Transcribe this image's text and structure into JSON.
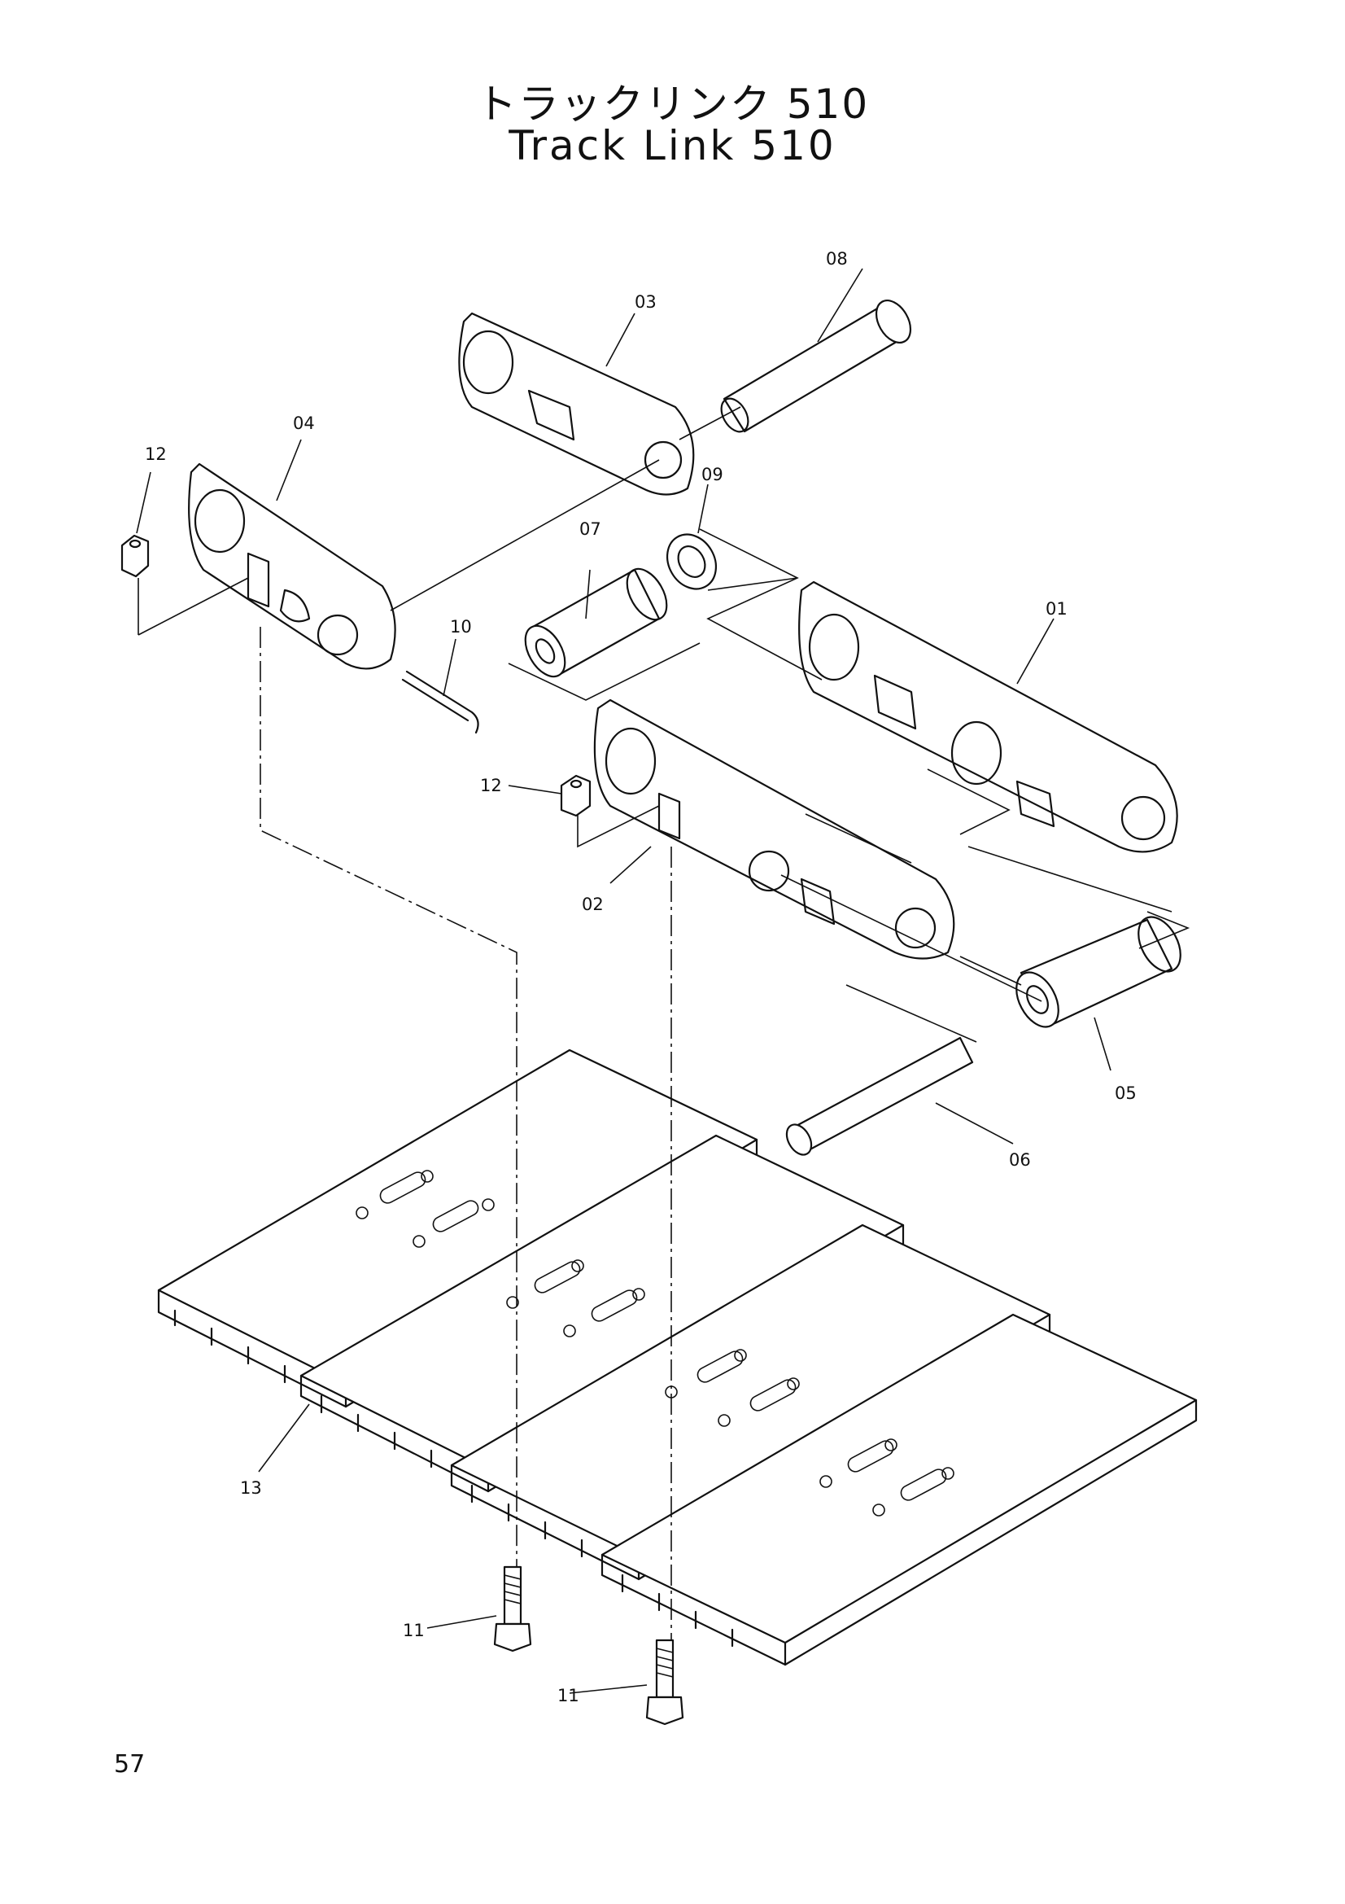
{
  "page": {
    "title_jp": "トラックリンク 510",
    "title_en": "Track Link 510",
    "page_number": "57"
  },
  "callouts": {
    "c01": "01",
    "c02": "02",
    "c03": "03",
    "c04": "04",
    "c05": "05",
    "c06": "06",
    "c07": "07",
    "c08": "08",
    "c09": "09",
    "c10": "10",
    "c11a": "11",
    "c11b": "11",
    "c12a": "12",
    "c12b": "12",
    "c13": "13"
  }
}
